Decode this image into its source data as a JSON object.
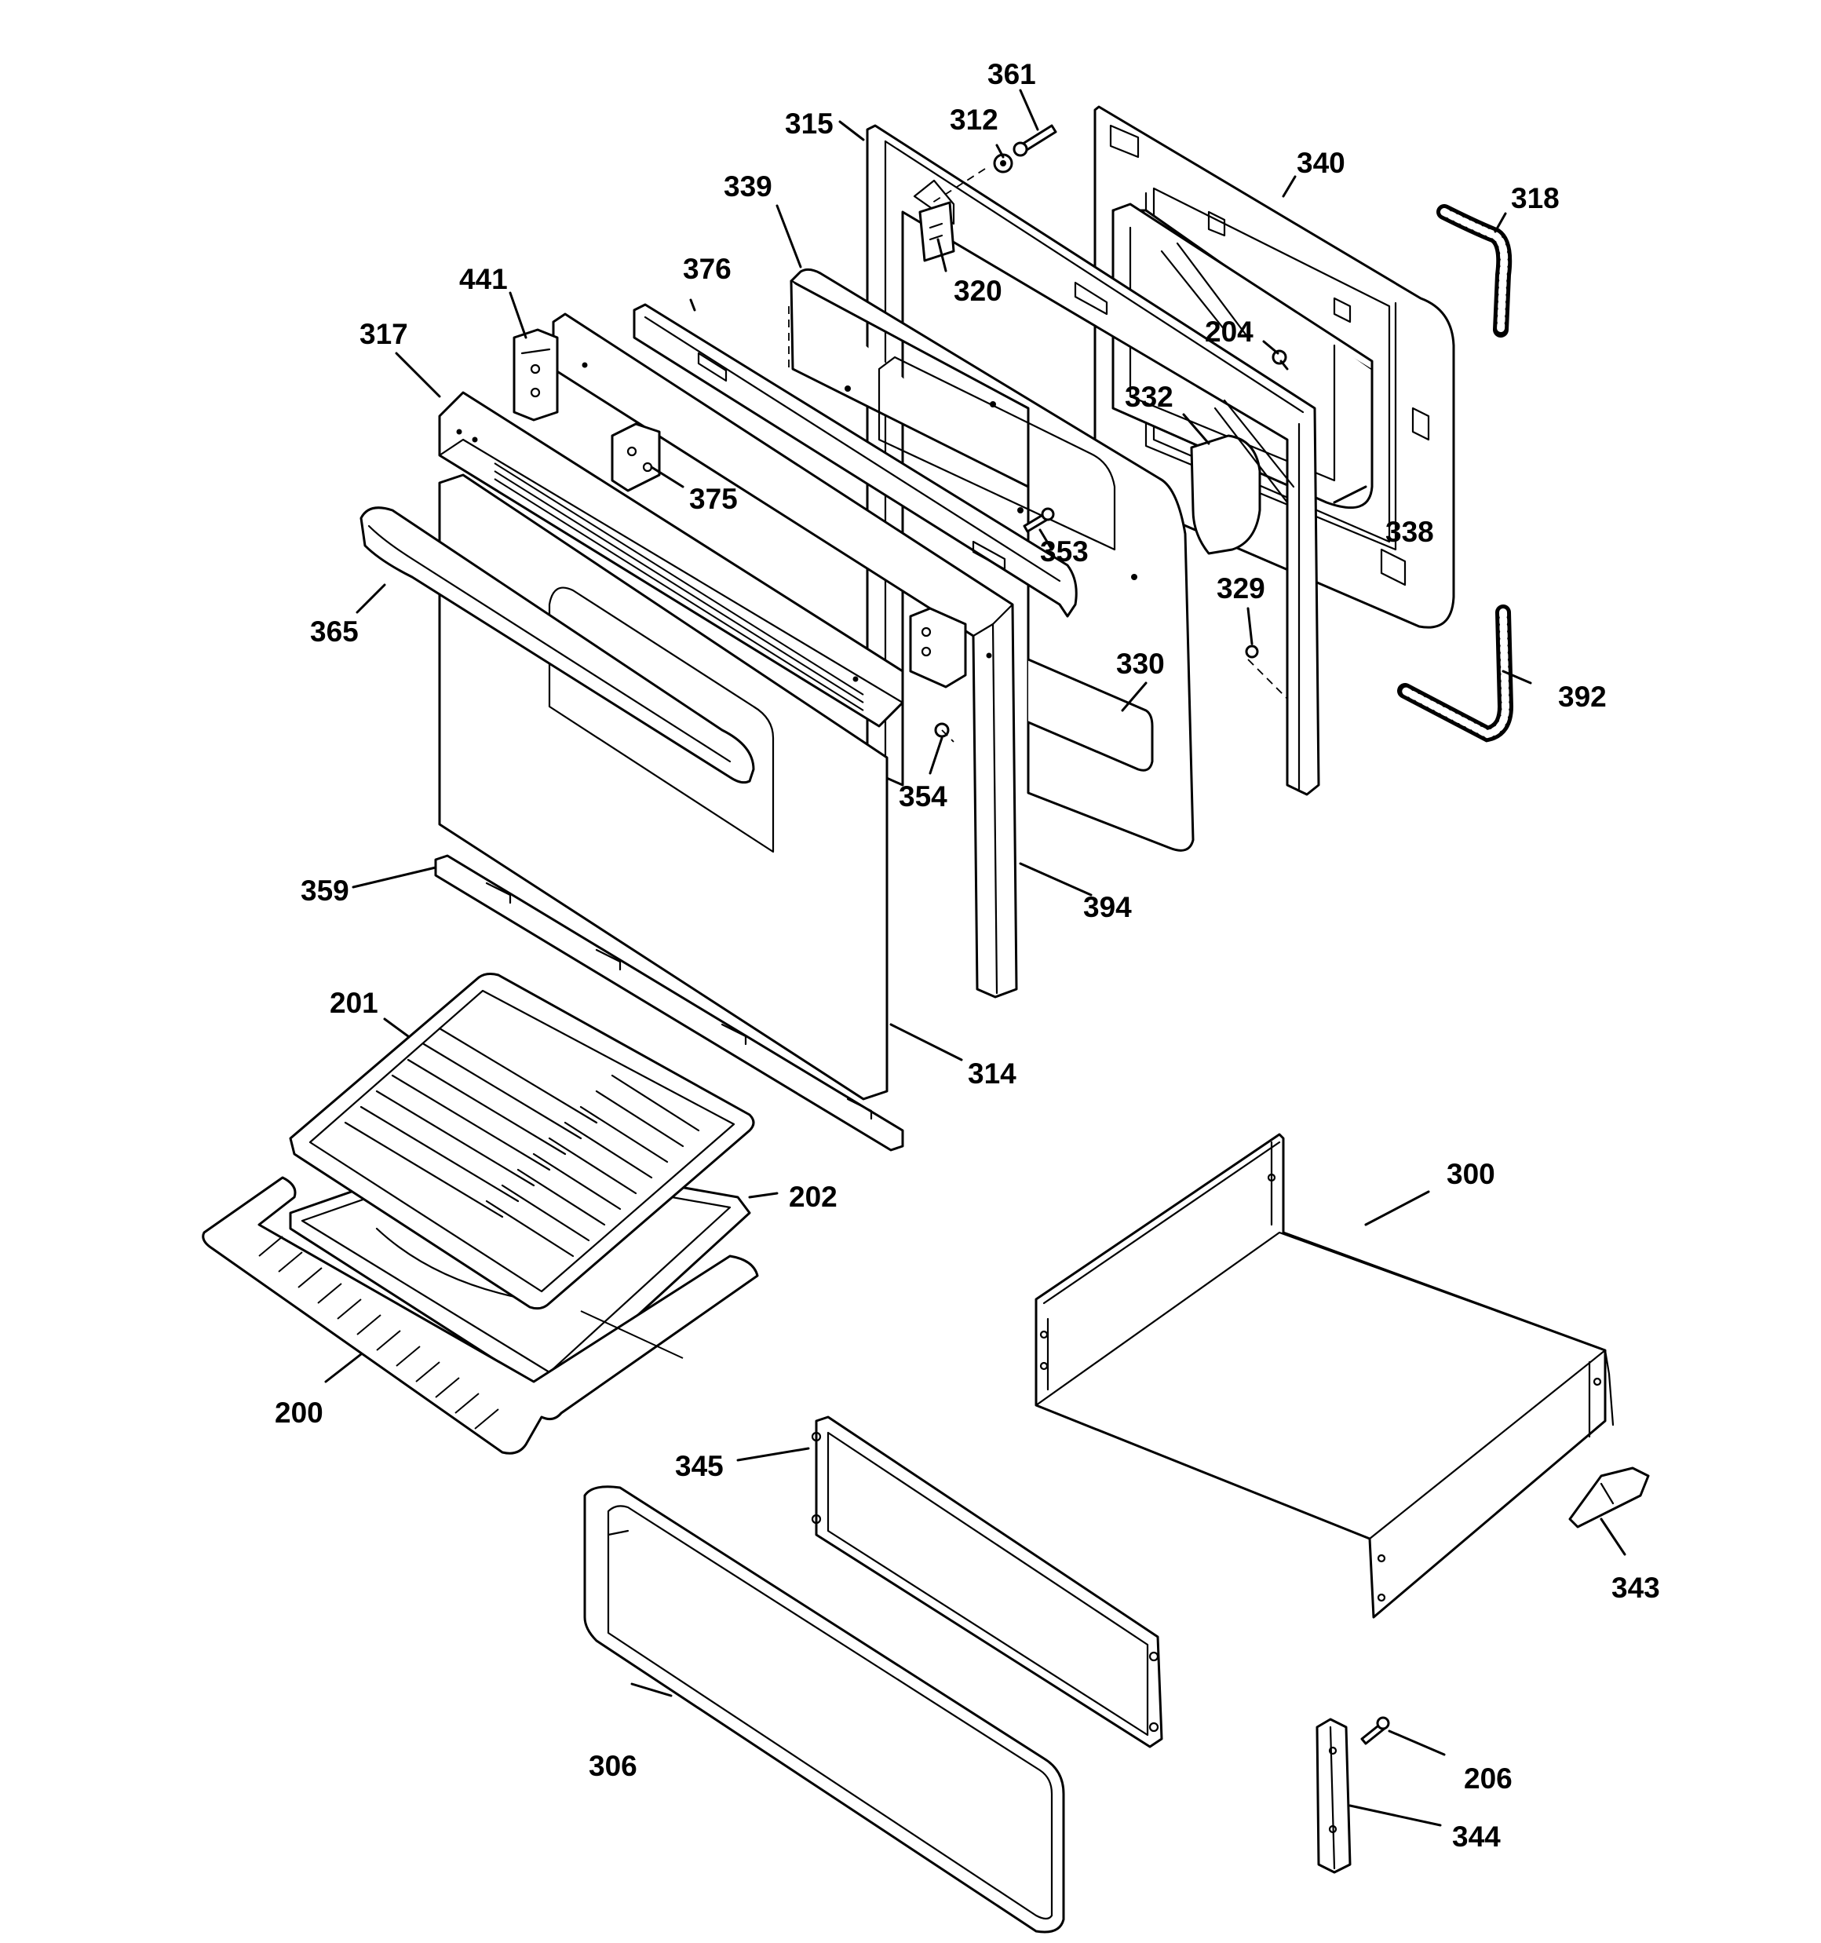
{
  "labels": {
    "p361": "361",
    "p315": "315",
    "p312": "312",
    "p340": "340",
    "p339": "339",
    "p318": "318",
    "p320": "320",
    "p376": "376",
    "p441": "441",
    "p204": "204",
    "p317": "317",
    "p332": "332",
    "p375": "375",
    "p338": "338",
    "p353": "353",
    "p365": "365",
    "p329": "329",
    "p330": "330",
    "p392": "392",
    "p354": "354",
    "p359": "359",
    "p394": "394",
    "p201": "201",
    "p314": "314",
    "p300": "300",
    "p202": "202",
    "p200": "200",
    "p345": "345",
    "p343": "343",
    "p306": "306",
    "p206": "206",
    "p344": "344"
  }
}
